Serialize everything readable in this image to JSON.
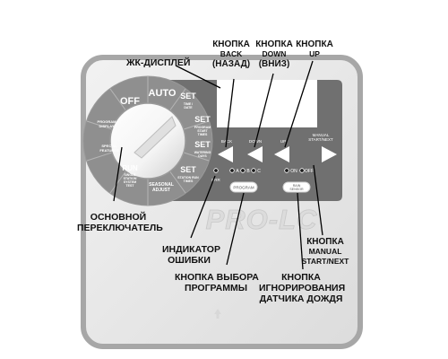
{
  "callouts": {
    "lcd": "ЖК-ДИСПЛЕЙ",
    "back_1": "КНОПКА",
    "back_2": "BACK",
    "back_3": "(НАЗАД)",
    "down_1": "КНОПКА",
    "down_2": "DOWN",
    "down_3": "(ВНИЗ)",
    "up_1": "КНОПКА",
    "up_2": "UP",
    "dial_1": "ОСНОВНОЙ",
    "dial_2": "ПЕРЕКЛЮЧАТЕЛЬ",
    "error_1": "ИНДИКАТОР",
    "error_2": "ОШИБКИ",
    "manual_1": "КНОПКА",
    "manual_2": "MANUAL",
    "manual_3": "START/NEXT",
    "program_1": "КНОПКА ВЫБОРА",
    "program_2": "ПРОГРАММЫ",
    "rain_1": "КНОПКА",
    "rain_2": "ИГНОРИРОВАНИЯ",
    "rain_3": "ДАТЧИКА ДОЖДЯ"
  },
  "dial": {
    "off": "OFF",
    "auto": "AUTO",
    "set1_a": "SET",
    "set1_b": "TIME /",
    "set1_c": "DATE",
    "set2_a": "SET",
    "set2_b": "PROGRAM",
    "set2_c": "START",
    "set2_d": "TIMES",
    "set3_a": "SET",
    "set3_b": "WATERING",
    "set3_c": "DAYS",
    "set4_a": "SET",
    "set4_b": "STATION RUN",
    "set4_c": "TIMES",
    "seasonal_a": "SEASONAL",
    "seasonal_b": "ADJUST",
    "run_a": "RUN",
    "run_b": "SINGLE",
    "run_c": "STATION",
    "run_d": "SYSTEM",
    "run_e": "TEST",
    "special_a": "SPECIAL",
    "special_b": "FEATURES",
    "review_a": "PROGRAM",
    "review_b": "DISPLAY"
  },
  "panel": {
    "back": "BACK",
    "down": "DOWN",
    "up": "UP",
    "manual_a": "MANUAL",
    "manual_b": "START/NEXT",
    "err": "ERR",
    "prog_a": "A",
    "prog_b": "B",
    "prog_c": "C",
    "program_btn": "PROGRAM",
    "on": "ON",
    "off": "OFF",
    "rain_btn_a": "RAIN",
    "rain_btn_b": "SENSOR"
  },
  "brand": "PRO-LC",
  "colors": {
    "panel_gray": "#707070",
    "dial_gray": "#8f8f8f",
    "frame_outline": "#a7a7a7",
    "lcd_white": "#ffffff",
    "text": "#111111"
  }
}
